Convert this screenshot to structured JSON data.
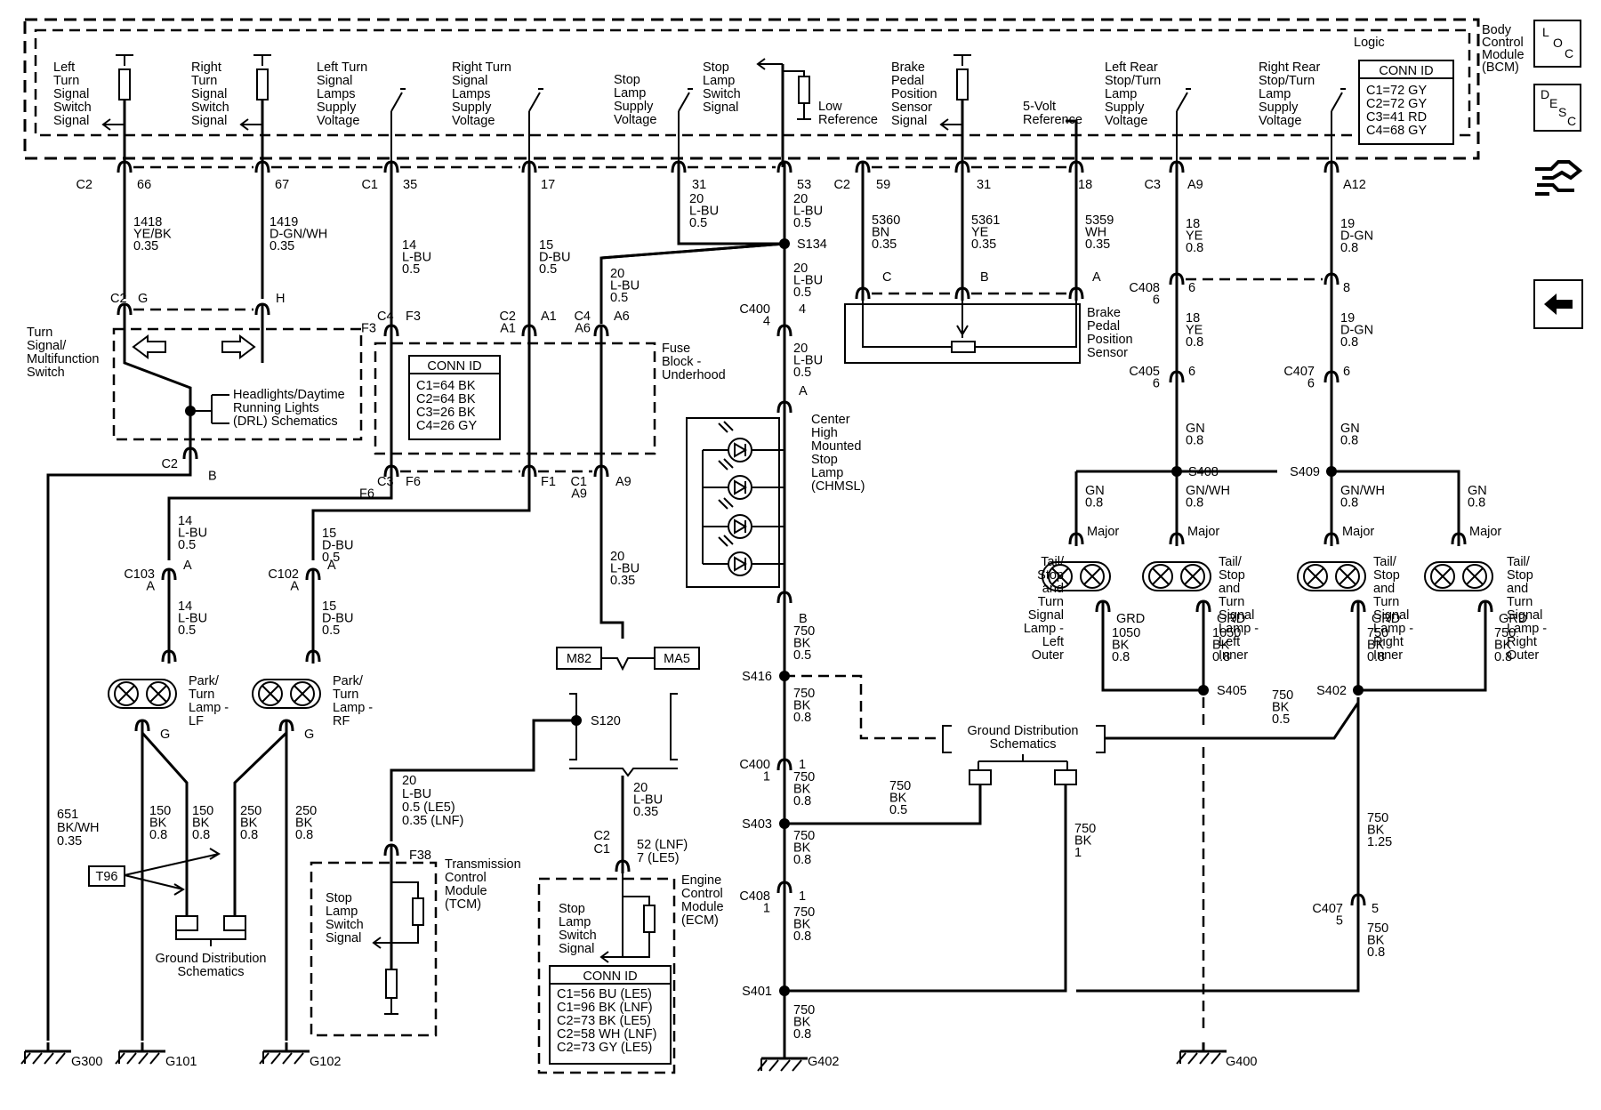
{
  "bcm": {
    "title_lines": [
      "Body",
      "Control",
      "Module",
      "(BCM)"
    ],
    "logic": "Logic",
    "conn_title": "CONN ID",
    "conn_lines": [
      "C1=72 GY",
      "C2=72 GY",
      "C3=41 RD",
      "C4=68 GY"
    ],
    "circuits": [
      [
        "Left",
        "Turn",
        "Signal",
        "Switch",
        "Signal"
      ],
      [
        "Right",
        "Turn",
        "Signal",
        "Switch",
        "Signal"
      ],
      [
        "Left Turn",
        "Signal",
        "Lamps",
        "Supply",
        "Voltage"
      ],
      [
        "Right Turn",
        "Signal",
        "Lamps",
        "Supply",
        "Voltage"
      ],
      [
        "Stop",
        "Lamp",
        "Supply",
        "Voltage"
      ],
      [
        "Stop",
        "Lamp",
        "Switch",
        "Signal"
      ],
      [
        "Low",
        "Reference"
      ],
      [
        "Brake",
        "Pedal",
        "Position",
        "Sensor",
        "Signal"
      ],
      [
        "5-Volt",
        "Reference"
      ],
      [
        "Left Rear",
        "Stop/Turn",
        "Lamp",
        "Supply",
        "Voltage"
      ],
      [
        "Right Rear",
        "Stop/Turn",
        "Lamp",
        "Supply",
        "Voltage"
      ]
    ]
  },
  "side_buttons": {
    "loc": [
      "L",
      "O",
      "C"
    ],
    "desc": [
      "D",
      "E",
      "S",
      "C"
    ]
  },
  "pins": {
    "c2": "C2",
    "p66": "66",
    "p67": "67",
    "c1": "C1",
    "p35": "35",
    "p17": "17",
    "p31a": "31",
    "p53": "53",
    "c2b": "C2",
    "p59": "59",
    "p31b": "31",
    "p18": "18",
    "c3": "C3",
    "a9": "A9",
    "a12": "A12"
  },
  "wires": {
    "w1418": [
      "1418",
      "YE/BK",
      "0.35"
    ],
    "w1419": [
      "1419",
      "D-GN/WH",
      "0.35"
    ],
    "w14a": [
      "14",
      "L-BU",
      "0.5"
    ],
    "w15a": [
      "15",
      "D-BU",
      "0.5"
    ],
    "w20a": [
      "20",
      "L-BU",
      "0.5"
    ],
    "w20b": [
      "20",
      "L-BU",
      "0.5"
    ],
    "w20c": [
      "20",
      "L-BU",
      "0.5"
    ],
    "w20d": [
      "20",
      "L-BU",
      "0.5"
    ],
    "w20e": [
      "20",
      "L-BU",
      "0.5"
    ],
    "w5360": [
      "5360",
      "BN",
      "0.35"
    ],
    "w5361": [
      "5361",
      "YE",
      "0.35"
    ],
    "w5359": [
      "5359",
      "WH",
      "0.35"
    ],
    "w18a": [
      "18",
      "YE",
      "0.8"
    ],
    "w19a": [
      "19",
      "D-GN",
      "0.8"
    ],
    "w18b": [
      "18",
      "YE",
      "0.8"
    ],
    "w19b": [
      "19",
      "D-GN",
      "0.8"
    ],
    "wgn1": [
      "GN",
      "0.8"
    ],
    "wgn2": [
      "GN",
      "0.8"
    ],
    "wgn3": [
      "GN",
      "0.8"
    ],
    "wgnwh1": [
      "GN/WH",
      "0.8"
    ],
    "wgnwh2": [
      "GN/WH",
      "0.8"
    ],
    "wgn4": [
      "GN",
      "0.8"
    ],
    "w14b": [
      "14",
      "L-BU",
      "0.5"
    ],
    "w15b": [
      "15",
      "D-BU",
      "0.5"
    ],
    "w14c": [
      "14",
      "L-BU",
      "0.5"
    ],
    "w15c": [
      "15",
      "D-BU",
      "0.5"
    ],
    "w20f": [
      "20",
      "L-BU",
      "0.35"
    ],
    "w20tcm": [
      "20",
      "L-BU",
      "0.5 (LE5)",
      "0.35 (LNF)"
    ],
    "w20ecm": [
      "20",
      "L-BU",
      "0.35"
    ],
    "w651": [
      "651",
      "BK/WH",
      "0.35"
    ],
    "w150a": [
      "150",
      "BK",
      "0.8"
    ],
    "w150b": [
      "150",
      "BK",
      "0.8"
    ],
    "w250a": [
      "250",
      "BK",
      "0.8"
    ],
    "w250b": [
      "250",
      "BK",
      "0.8"
    ],
    "w750a": [
      "750",
      "BK",
      "0.5"
    ],
    "w750b": [
      "750",
      "BK",
      "0.8"
    ],
    "w750c": [
      "750",
      "BK",
      "0.5"
    ],
    "w750d": [
      "750",
      "BK",
      "0.8"
    ],
    "w750e": [
      "750",
      "BK",
      "0.8"
    ],
    "w750f": [
      "750",
      "BK",
      "0.8"
    ],
    "w750g": [
      "750",
      "BK",
      "1"
    ],
    "w750h": [
      "750",
      "BK",
      "0.5"
    ],
    "w750i": [
      "750",
      "BK",
      "1.25"
    ],
    "w750j": [
      "750",
      "BK",
      "0.8"
    ],
    "w1050a": [
      "1050",
      "BK",
      "0.8"
    ],
    "w1050b": [
      "1050",
      "BK",
      "0.8"
    ],
    "w750k": [
      "750",
      "BK",
      "0.8"
    ],
    "w750l": [
      "750",
      "BK",
      "0.8"
    ]
  },
  "connectors": {
    "c2g": [
      "C2",
      "G"
    ],
    "c2h": "H",
    "c4f3": [
      "C4",
      "F3"
    ],
    "c2a1": [
      "C2",
      "A1"
    ],
    "c4a6": [
      "C4",
      "A6"
    ],
    "c3f6": [
      "C3",
      "F6"
    ],
    "f1": "F1",
    "c1a9": [
      "C1",
      "A9"
    ],
    "c2b": [
      "C2",
      "B"
    ],
    "c400": [
      "C400",
      "4"
    ],
    "a": "A",
    "b": "B",
    "c408": [
      "C408",
      "6"
    ],
    "p8": "8",
    "c405": [
      "C405",
      "6"
    ],
    "c407": [
      "C407",
      "6"
    ],
    "c103": [
      "C103",
      "A"
    ],
    "c102": [
      "C102",
      "A"
    ],
    "g1": "G",
    "g2": "G",
    "f38": "F38",
    "c2c1": [
      "C2",
      "C1"
    ],
    "ecm_pin": [
      "52 (LNF)",
      "7 (LE5)"
    ],
    "c400b": [
      "C400",
      "1"
    ],
    "c408b": [
      "C408",
      "1"
    ],
    "c407b": [
      "C407",
      "5"
    ],
    "sens_c": "C",
    "sens_b": "B",
    "sens_a": "A"
  },
  "splices": {
    "s134": "S134",
    "s408": "S408",
    "s409": "S409",
    "s416": "S416",
    "s405": "S405",
    "s402": "S402",
    "s403": "S403",
    "s401": "S401",
    "s120": "S120"
  },
  "components": {
    "turn_switch": [
      "Turn",
      "Signal/",
      "Multifunction",
      "Switch"
    ],
    "drl": [
      "Headlights/Daytime",
      "Running Lights",
      "(DRL) Schematics"
    ],
    "fuse_block": [
      "Fuse",
      "Block -",
      "Underhood"
    ],
    "fuse_conn_title": "CONN ID",
    "fuse_conn_lines": [
      "C1=64 BK",
      "C2=64 BK",
      "C3=26 BK",
      "C4=26 GY"
    ],
    "chmsl": [
      "Center",
      "High",
      "Mounted",
      "Stop",
      "Lamp",
      "(CHMSL)"
    ],
    "brake_sensor": [
      "Brake",
      "Pedal",
      "Position",
      "Sensor"
    ],
    "lamp_lo": [
      "Tail/",
      "Stop",
      "and",
      "Turn",
      "Signal",
      "Lamp -",
      "Left",
      "Outer"
    ],
    "lamp_li": [
      "Tail/",
      "Stop",
      "and",
      "Turn",
      "Signal",
      "Lamp -",
      "Left",
      "Inner"
    ],
    "lamp_ri": [
      "Tail/",
      "Stop",
      "and",
      "Turn",
      "Signal",
      "Lamp -",
      "Right",
      "Inner"
    ],
    "lamp_ro": [
      "Tail/",
      "Stop",
      "and",
      "Turn",
      "Signal",
      "Lamp -",
      "Right",
      "Outer"
    ],
    "major": "Major",
    "grd": "GRD",
    "park_lf": [
      "Park/",
      "Turn",
      "Lamp -",
      "LF"
    ],
    "park_rf": [
      "Park/",
      "Turn",
      "Lamp -",
      "RF"
    ],
    "m82": "M82",
    "ma5": "MA5",
    "t96": "T96",
    "gds_left": [
      "Ground Distribution",
      "Schematics"
    ],
    "gds_mid": [
      "Ground Distribution",
      "Schematics"
    ],
    "tcm": [
      "Transmission",
      "Control",
      "Module",
      "(TCM)"
    ],
    "tcm_sig": [
      "Stop",
      "Lamp",
      "Switch",
      "Signal"
    ],
    "ecm": [
      "Engine",
      "Control",
      "Module",
      "(ECM)"
    ],
    "ecm_sig": [
      "Stop",
      "Lamp",
      "Switch",
      "Signal"
    ],
    "ecm_conn_title": "CONN ID",
    "ecm_conn_lines": [
      "C1=56 BU (LE5)",
      "C1=96 BK (LNF)",
      "C2=73 BK (LE5)",
      "C2=58 WH (LNF)",
      "C2=73 GY (LE5)"
    ]
  },
  "grounds": {
    "g300": "G300",
    "g101": "G101",
    "g102": "G102",
    "g402": "G402",
    "g400": "G400"
  }
}
